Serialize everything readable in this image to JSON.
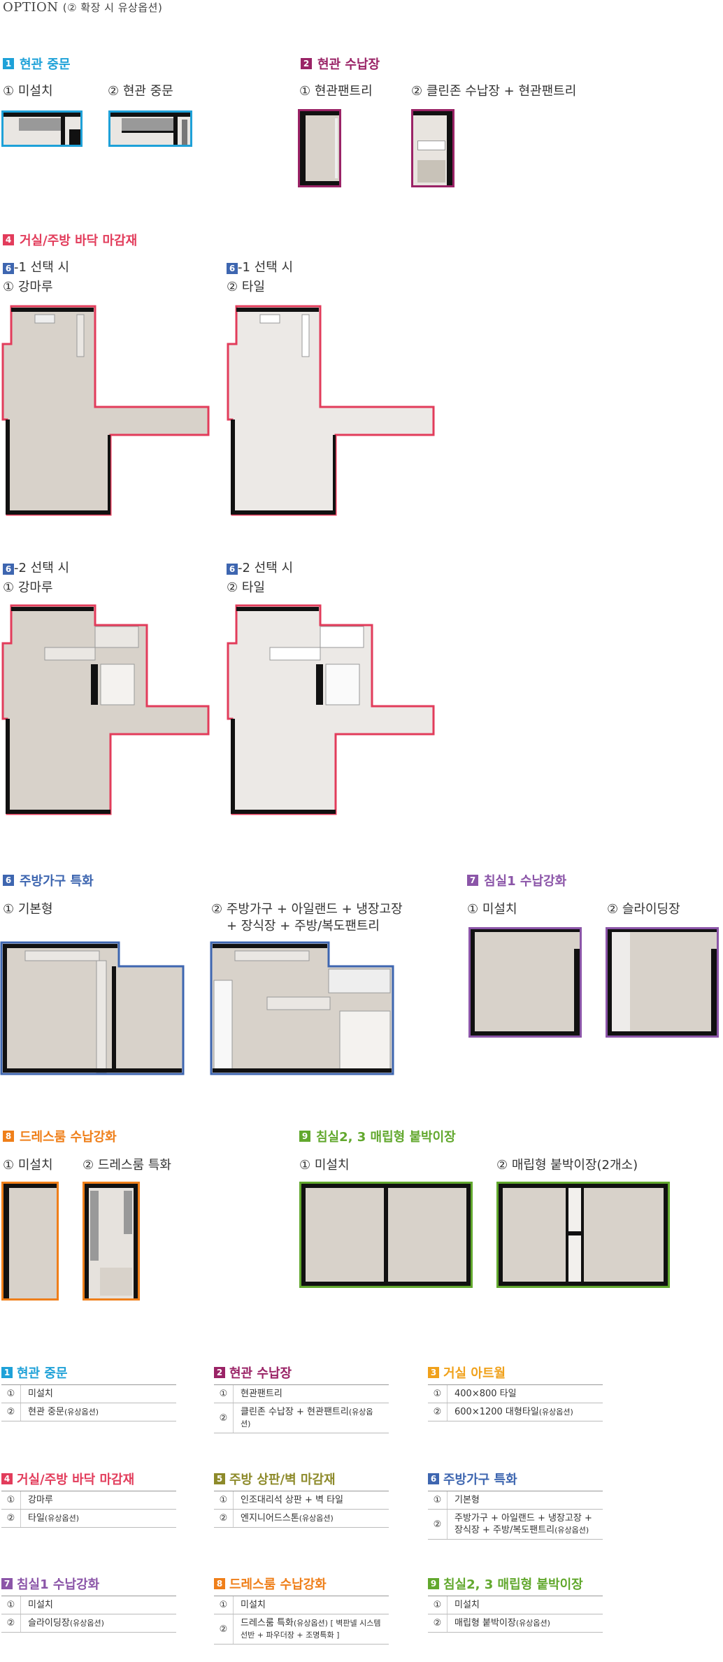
{
  "header": {
    "title": "OPTION",
    "subtitle": "(② 확장 시 유상옵션)"
  },
  "colors": {
    "s1": "#1ea1d8",
    "s2": "#9a2366",
    "s3": "#f0a11b",
    "s4": "#e23c5b",
    "s5": "#8d8a2a",
    "s6": "#3e66b0",
    "s7": "#8b55a8",
    "s8": "#ef7f1a",
    "s9": "#62a82e"
  },
  "sections": {
    "s1": {
      "num": "1",
      "title": "현관 중문",
      "opt1": "① 미설치",
      "opt2": "② 현관 중문"
    },
    "s2": {
      "num": "2",
      "title": "현관 수납장",
      "opt1": "① 현관팬트리",
      "opt2": "② 클린존 수납장 + 현관팬트리"
    },
    "s4": {
      "num": "4",
      "title": "거실/주방 바닥 마감재"
    },
    "s4a": {
      "badge": "6",
      "head": "-1 선택 시",
      "opt1": "① 강마루"
    },
    "s4b": {
      "badge": "6",
      "head": "-1 선택 시",
      "opt2": "② 타일"
    },
    "s4c": {
      "badge": "6",
      "head": "-2 선택 시",
      "opt1": "① 강마루"
    },
    "s4d": {
      "badge": "6",
      "head": "-2 선택 시",
      "opt2": "② 타일"
    },
    "s6": {
      "num": "6",
      "title": "주방가구 특화",
      "opt1": "① 기본형",
      "opt2a": "② 주방가구 + 아일랜드 + 냉장고장",
      "opt2b": "+ 장식장 + 주방/복도팬트리"
    },
    "s7": {
      "num": "7",
      "title": "침실1 수납강화",
      "opt1": "① 미설치",
      "opt2": "② 슬라이딩장"
    },
    "s8": {
      "num": "8",
      "title": "드레스룸 수납강화",
      "opt1": "① 미설치",
      "opt2": "② 드레스룸 특화"
    },
    "s9": {
      "num": "9",
      "title": "침실2, 3 매립형 붙박이장",
      "opt1": "① 미설치",
      "opt2": "② 매립형 붙박이장(2개소)"
    }
  },
  "tables": [
    {
      "num": "1",
      "title": "현관 중문",
      "color": "#1ea1d8",
      "rows": [
        {
          "n": "①",
          "v": "미설치",
          "s": ""
        },
        {
          "n": "②",
          "v": "현관 중문",
          "s": "(유상옵션)"
        }
      ]
    },
    {
      "num": "2",
      "title": "현관 수납장",
      "color": "#9a2366",
      "rows": [
        {
          "n": "①",
          "v": "현관팬트리",
          "s": ""
        },
        {
          "n": "②",
          "v": "클린존 수납장 + 현관팬트리",
          "s": "(유상옵션)"
        }
      ]
    },
    {
      "num": "3",
      "title": "거실 아트월",
      "color": "#f0a11b",
      "rows": [
        {
          "n": "①",
          "v": "400×800 타일",
          "s": ""
        },
        {
          "n": "②",
          "v": "600×1200 대형타일",
          "s": "(유상옵션)"
        }
      ]
    },
    {
      "num": "4",
      "title": "거실/주방 바닥 마감재",
      "color": "#e23c5b",
      "rows": [
        {
          "n": "①",
          "v": "강마루",
          "s": ""
        },
        {
          "n": "②",
          "v": "타일",
          "s": "(유상옵션)"
        }
      ]
    },
    {
      "num": "5",
      "title": "주방 상판/벽 마감재",
      "color": "#8d8a2a",
      "rows": [
        {
          "n": "①",
          "v": "인조대리석 상판 + 벽 타일",
          "s": ""
        },
        {
          "n": "②",
          "v": "엔지니어드스톤",
          "s": "(유상옵션)"
        }
      ]
    },
    {
      "num": "6",
      "title": "주방가구 특화",
      "color": "#3e66b0",
      "rows": [
        {
          "n": "①",
          "v": "기본형",
          "s": ""
        },
        {
          "n": "②",
          "v": "주방가구 + 아일랜드 + 냉장고장 + 장식장 + 주방/복도팬트리",
          "s": "(유상옵션)"
        }
      ]
    },
    {
      "num": "7",
      "title": "침실1 수납강화",
      "color": "#8b55a8",
      "rows": [
        {
          "n": "①",
          "v": "미설치",
          "s": ""
        },
        {
          "n": "②",
          "v": "슬라이딩장",
          "s": "(유상옵션)"
        }
      ]
    },
    {
      "num": "8",
      "title": "드레스룸 수납강화",
      "color": "#ef7f1a",
      "rows": [
        {
          "n": "①",
          "v": "미설치",
          "s": ""
        },
        {
          "n": "②",
          "v": "드레스룸 특화",
          "s": "(유상옵션) [ 벽판넬 시스템선반 + 파우더장 + 조명특화 ]"
        }
      ]
    },
    {
      "num": "9",
      "title": "침실2, 3 매립형 붙박이장",
      "color": "#62a82e",
      "rows": [
        {
          "n": "①",
          "v": "미설치",
          "s": ""
        },
        {
          "n": "②",
          "v": "매립형 붙박이장",
          "s": "(유상옵션)"
        }
      ]
    }
  ]
}
